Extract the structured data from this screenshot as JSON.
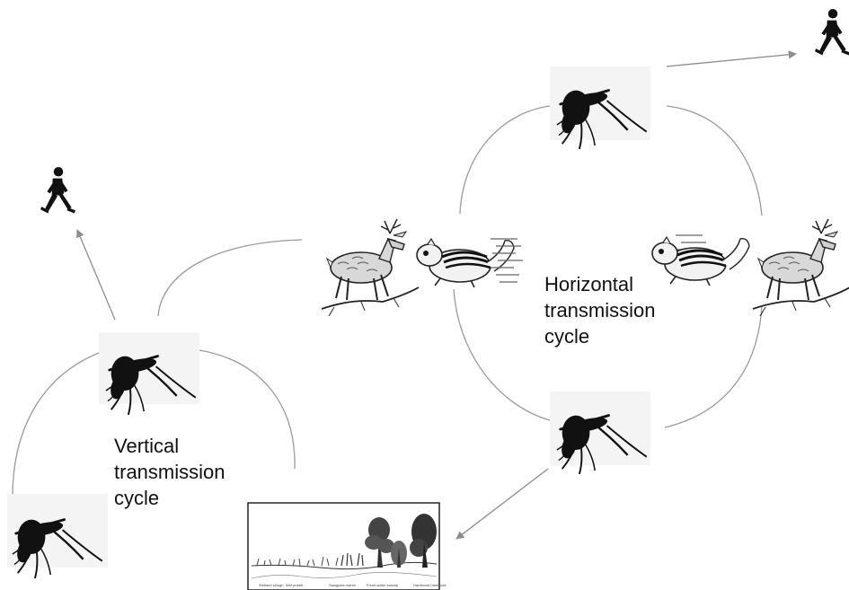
{
  "labels": {
    "horizontal": "Horizontal\ntransmission\ncycle",
    "vertical": "Vertical\ntransmission\ncycle"
  },
  "habitat_captions": [
    "Wetland slough",
    "Wet prairie",
    "Sawgrass marsh",
    "Fresh-water swamp",
    "Hardwood hammock"
  ],
  "icons": {
    "mosquito": "mosquito-icon",
    "human": "walking-person-icon",
    "deer": "deer-icon",
    "chipmunk": "chipmunk-icon",
    "habitat": "habitat-sketch"
  },
  "colors": {
    "arc": "#9a9a9a",
    "arrow": "#8c8c8c",
    "silhouette": "#111111",
    "icon_bg": "#f4f4f4"
  }
}
